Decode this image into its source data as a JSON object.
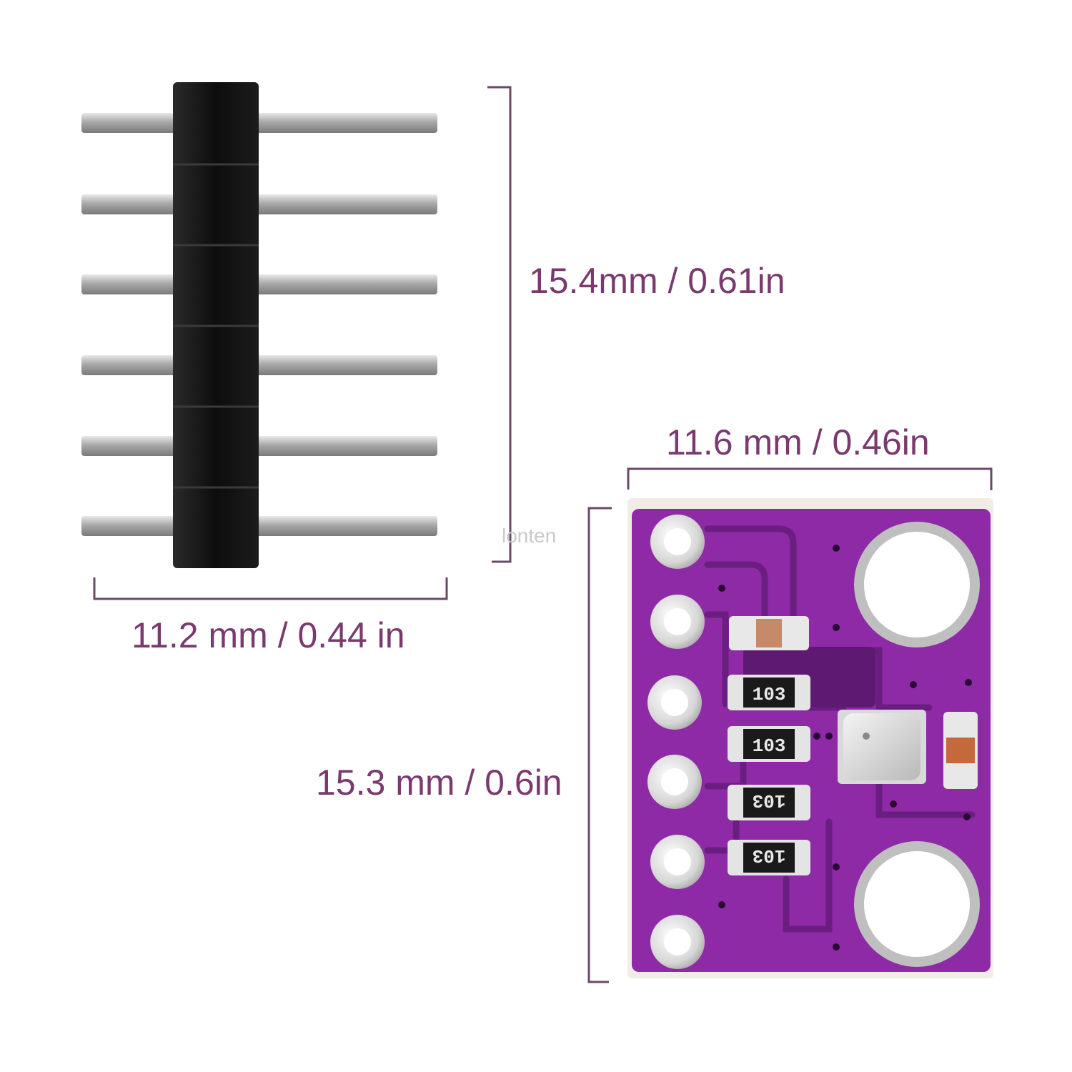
{
  "image": {
    "background": "#ffffff",
    "accent": "#7a3a6e",
    "pcb_color": "#8e2aa6"
  },
  "pin_header": {
    "pin_count": 6,
    "dim_height": "15.4mm / 0.61in",
    "dim_width": "11.2 mm / 0.44 in"
  },
  "sensor_board": {
    "dim_width": "11.6 mm / 0.46in",
    "dim_height": "15.3 mm / 0.6in",
    "resistors": [
      "103",
      "103",
      "103",
      "103"
    ]
  },
  "watermark": "lonten"
}
